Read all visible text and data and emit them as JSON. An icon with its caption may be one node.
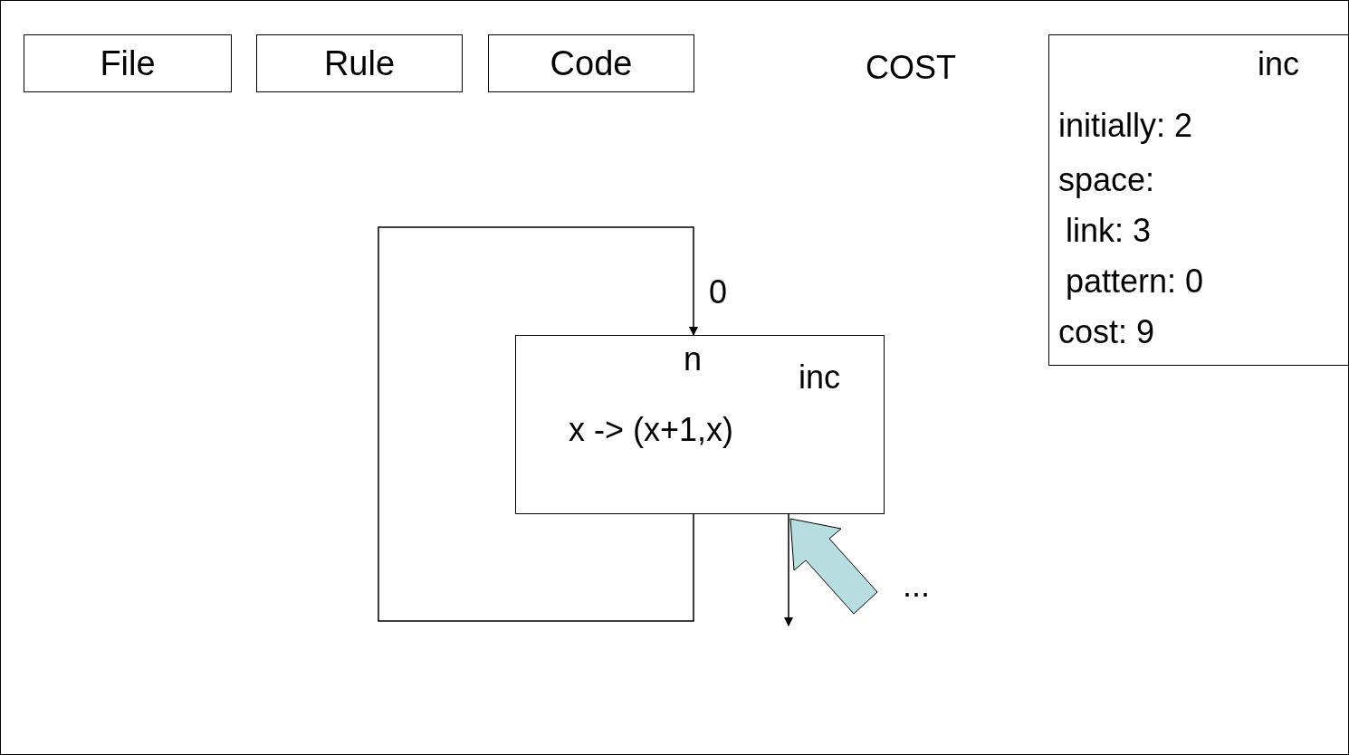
{
  "diagram": {
    "nodes": [
      {
        "text": [
          "File"
        ]
      },
      {
        "text": [
          "Rule"
        ]
      },
      {
        "text": [
          "Code"
        ]
      },
      {
        "text": [
          "inc",
          "initially: 2",
          "space:",
          "link: 3",
          "pattern: 0",
          "cost: 9"
        ]
      },
      {
        "text": [
          "n",
          "inc",
          "x -> (x+1,x)"
        ]
      },
      {
        "text": [],
        "shape": "arrow",
        "beside": [
          "..."
        ]
      }
    ],
    "edges": [
      {
        "from": 4,
        "to": 4,
        "arrow": "to",
        "label": "0"
      },
      {
        "from": 4,
        "to": null,
        "arrow": "to"
      }
    ],
    "labels": [
      "COST"
    ]
  }
}
